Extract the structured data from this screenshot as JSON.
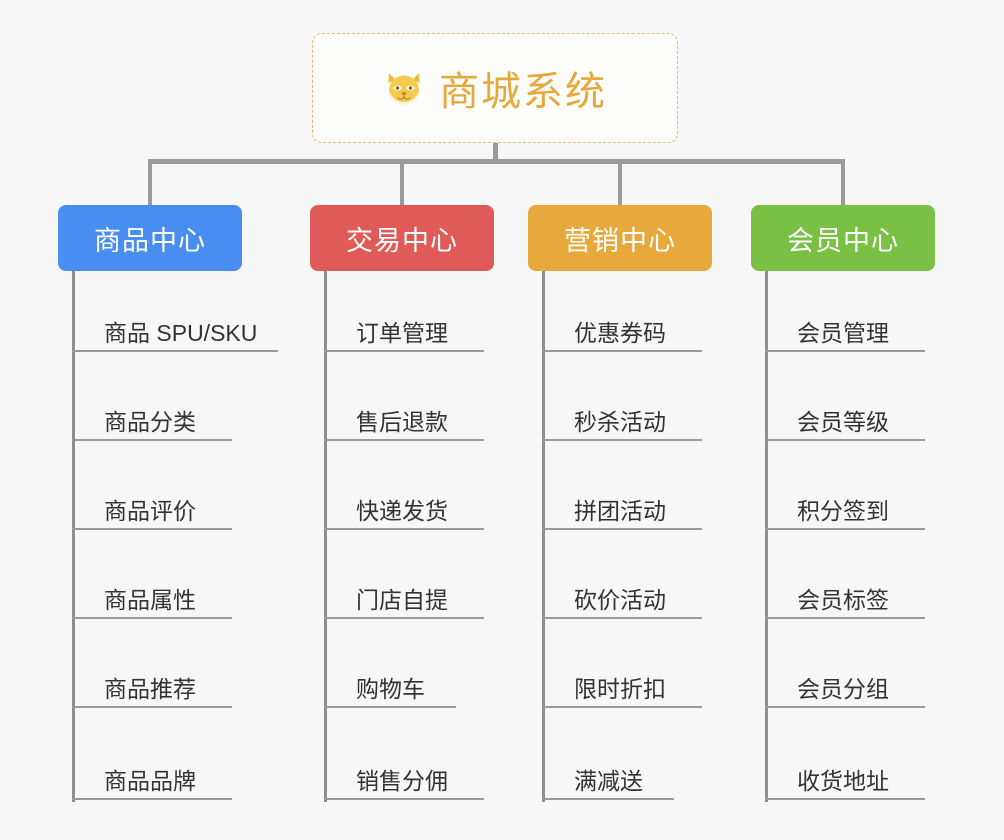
{
  "page": {
    "background_color": "#f7f7f7",
    "type": "mindmap"
  },
  "root": {
    "title": "商城系统",
    "icon": "shiba-dog-face-icon",
    "border_color": "#e9b96a",
    "text_color": "#e5a93c",
    "background_color": "#fdfdfc"
  },
  "branches": [
    {
      "title": "商品中心",
      "color": "#4a8df0",
      "items": [
        "商品 SPU/SKU",
        "商品分类",
        "商品评价",
        "商品属性",
        "商品推荐",
        "商品品牌"
      ]
    },
    {
      "title": "交易中心",
      "color": "#e05a57",
      "items": [
        "订单管理",
        "售后退款",
        "快递发货",
        "门店自提",
        "购物车",
        "销售分佣"
      ]
    },
    {
      "title": "营销中心",
      "color": "#e8a93c",
      "items": [
        "优惠券码",
        "秒杀活动",
        "拼团活动",
        "砍价活动",
        "限时折扣",
        "满减送"
      ]
    },
    {
      "title": "会员中心",
      "color": "#79c martial"
    }
  ],
  "branch4": {
    "title": "会员中心",
    "color": "#79c044",
    "items": [
      "会员管理",
      "会员等级",
      "积分签到",
      "会员标签",
      "会员分组",
      "收货地址"
    ]
  },
  "connector": {
    "color": "#9a9a9a"
  }
}
